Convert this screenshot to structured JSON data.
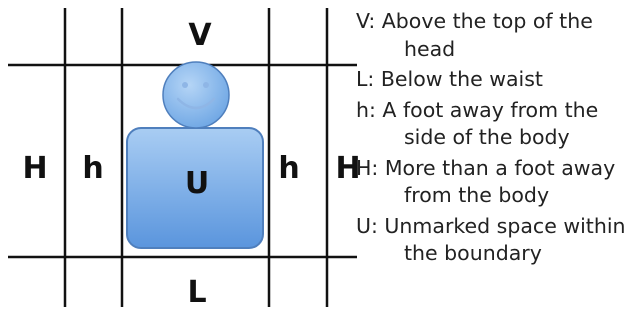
{
  "diagram": {
    "zones": {
      "top": "V",
      "bottom": "L",
      "near_left": "h",
      "near_right": "h",
      "far_left": "H",
      "far_right": "H",
      "center": "U"
    },
    "colors": {
      "grid_lines": "#111111",
      "figure_fill_light": "#a9cdf3",
      "figure_fill_dark": "#5a95dd",
      "figure_stroke": "#4f7fbd"
    },
    "icons": [
      "smiley-head-icon",
      "torso-shape"
    ]
  },
  "legend": [
    {
      "text": "V: Above the top of the head"
    },
    {
      "text": "L: Below the waist"
    },
    {
      "text": "h: A foot away from the side of the body"
    },
    {
      "text": "H: More than a foot away from the body"
    },
    {
      "text": "U: Unmarked space within the boundary"
    }
  ]
}
